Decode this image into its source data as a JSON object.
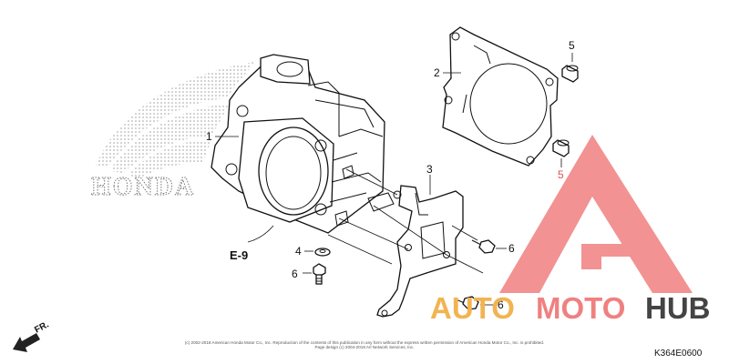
{
  "callouts": {
    "c1": "1",
    "c2": "2",
    "c3": "3",
    "c4": "4",
    "c5a": "5",
    "c5b": "5",
    "c6a": "6",
    "c6b": "6",
    "c6c": "6"
  },
  "reference": "E-9",
  "front_indicator": "FR.",
  "brand_watermark": "HONDA",
  "diagram_code": "K364E0600",
  "copyright_line1": "(c) 2002-2018 American Honda Motor Co., Inc. Reproduction of the contents of this publication in any form without the express written permission of American Honda Motor Co., Inc. is prohibited.",
  "copyright_line2": "Page design (c) 2004-2018 Arl Network Services, Inc.",
  "site_watermark": {
    "part1": "AUTO",
    "part2": "MOTO",
    "part3": "HUB",
    "color_gold": "#f2b451",
    "color_red": "#f08080",
    "color_gray": "#444444"
  }
}
